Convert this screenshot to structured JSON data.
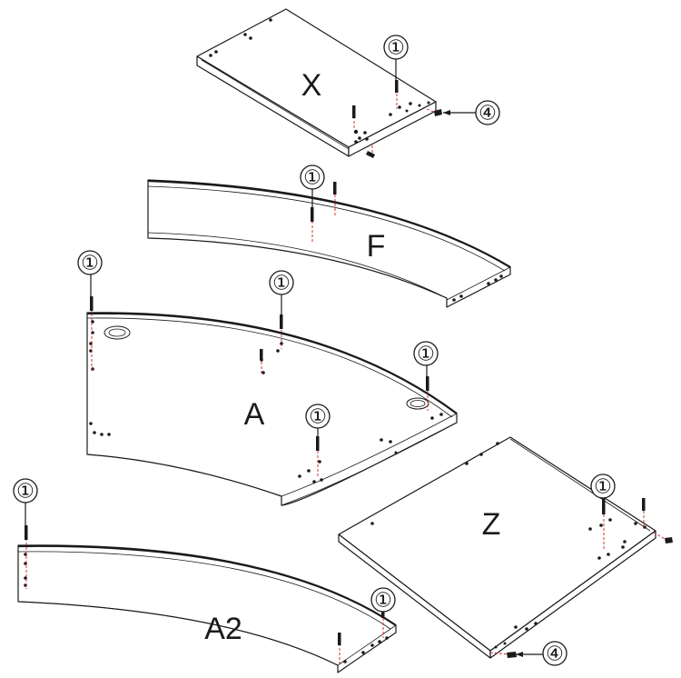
{
  "panels": {
    "x": "X",
    "f": "F",
    "a": "A",
    "z": "Z",
    "a2": "A2"
  },
  "callouts": {
    "dowel": "①",
    "cam_screw": "④"
  },
  "colors": {
    "line": "#1a1a1a",
    "guide": "#cc2222"
  }
}
